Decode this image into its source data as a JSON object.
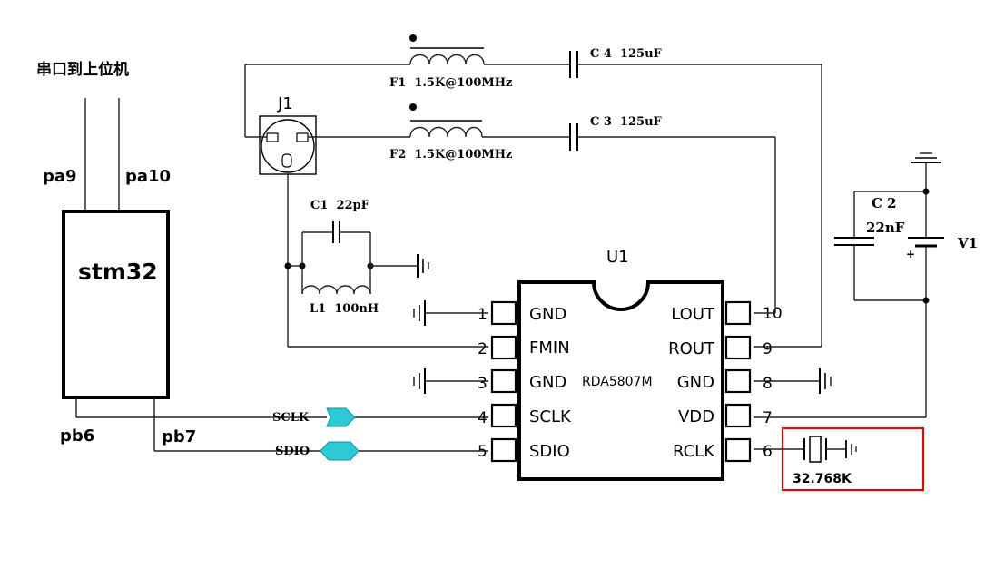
{
  "mcu": {
    "uplink_label": "串口到上位机",
    "name": "stm32",
    "pins": {
      "pa9": "pa9",
      "pa10": "pa10",
      "pb6": "pb6",
      "pb7": "pb7"
    }
  },
  "signals": {
    "sclk": "SCLK",
    "sdio": "SDIO"
  },
  "ic": {
    "ref": "U1",
    "part": "RDA5807M",
    "left_pins": [
      {
        "num": "1",
        "name": "GND"
      },
      {
        "num": "2",
        "name": "FMIN"
      },
      {
        "num": "3",
        "name": "GND"
      },
      {
        "num": "4",
        "name": "SCLK"
      },
      {
        "num": "5",
        "name": "SDIO"
      }
    ],
    "right_pins": [
      {
        "num": "10",
        "name": "LOUT"
      },
      {
        "num": "9",
        "name": "ROUT"
      },
      {
        "num": "8",
        "name": "GND"
      },
      {
        "num": "7",
        "name": "VDD"
      },
      {
        "num": "6",
        "name": "RCLK"
      }
    ]
  },
  "components": {
    "j1": "J1",
    "f1": "F1  1.5K@100MHz",
    "f2": "F2  1.5K@100MHz",
    "c4": "C 4  125uF",
    "c3": "C 3  125uF",
    "c1": "C1  22pF",
    "l1": "L1  100nH",
    "c2_ref": "C 2",
    "c2_val": "22nF",
    "v1": "V1",
    "crystal": "32.768K"
  },
  "colors": {
    "highlight": "#cc1111",
    "connector": "#2cc9d6",
    "line": "#000000"
  }
}
